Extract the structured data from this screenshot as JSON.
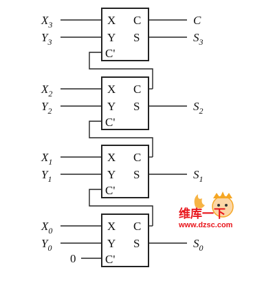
{
  "stages": [
    {
      "x_input": {
        "base": "X",
        "sub": "3"
      },
      "y_input": {
        "base": "Y",
        "sub": "3"
      },
      "carry_out": {
        "base": "C",
        "sub": ""
      },
      "sum_out": {
        "base": "S",
        "sub": "3"
      },
      "carry_in_value": "",
      "pins": {
        "x": "X",
        "y": "Y",
        "c": "C",
        "s": "S",
        "cin": "C'"
      }
    },
    {
      "x_input": {
        "base": "X",
        "sub": "2"
      },
      "y_input": {
        "base": "Y",
        "sub": "2"
      },
      "carry_out": {
        "base": "",
        "sub": ""
      },
      "sum_out": {
        "base": "S",
        "sub": "2"
      },
      "carry_in_value": "",
      "pins": {
        "x": "X",
        "y": "Y",
        "c": "C",
        "s": "S",
        "cin": "C'"
      }
    },
    {
      "x_input": {
        "base": "X",
        "sub": "1"
      },
      "y_input": {
        "base": "Y",
        "sub": "1"
      },
      "carry_out": {
        "base": "",
        "sub": ""
      },
      "sum_out": {
        "base": "S",
        "sub": "1"
      },
      "carry_in_value": "",
      "pins": {
        "x": "X",
        "y": "Y",
        "c": "C",
        "s": "S",
        "cin": "C'"
      }
    },
    {
      "x_input": {
        "base": "X",
        "sub": "0"
      },
      "y_input": {
        "base": "Y",
        "sub": "0"
      },
      "carry_out": {
        "base": "",
        "sub": ""
      },
      "sum_out": {
        "base": "S",
        "sub": "0"
      },
      "carry_in_value": "0",
      "pins": {
        "x": "X",
        "y": "Y",
        "c": "C",
        "s": "S",
        "cin": "C'"
      }
    }
  ],
  "watermark": {
    "line1": "维库一下",
    "line2": "www.dzsc.com",
    "color_text": "#e8151b",
    "color_accent": "#f5a623"
  },
  "colors": {
    "line": "#222222",
    "background": "#ffffff"
  }
}
